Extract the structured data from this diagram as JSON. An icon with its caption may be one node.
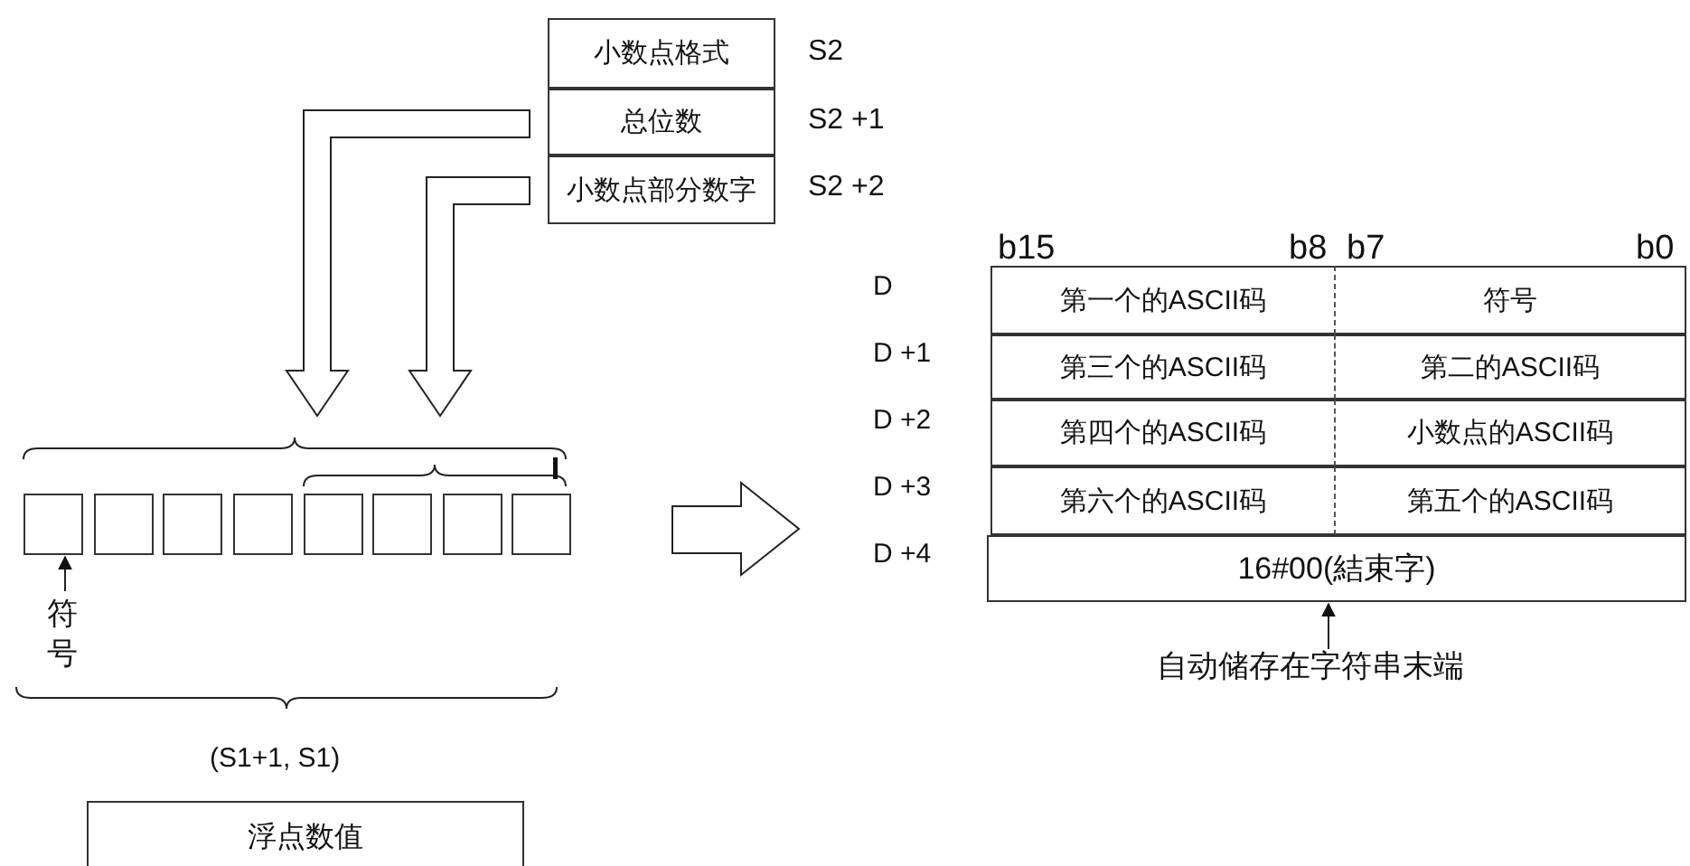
{
  "diagram": {
    "nodes": [
      {
        "text": [
          "小数点格式"
        ],
        "beside": [
          "S2"
        ]
      },
      {
        "text": [
          "总位数"
        ],
        "beside": [
          "S2 +1"
        ]
      },
      {
        "text": [
          "小数点部分数字"
        ],
        "beside": [
          "S2 +2"
        ]
      },
      {
        "text": [],
        "shape": "box"
      },
      {
        "text": [],
        "shape": "box"
      },
      {
        "text": [],
        "shape": "box"
      },
      {
        "text": [],
        "shape": "box"
      },
      {
        "text": [],
        "shape": "box"
      },
      {
        "text": [],
        "shape": "box"
      },
      {
        "text": [],
        "shape": "box"
      },
      {
        "text": [],
        "shape": "box"
      },
      {
        "text": [
          "符号"
        ]
      },
      {
        "text": [
          "浮点数值"
        ],
        "beside": [
          "(S1+1, S1)"
        ]
      },
      {
        "text": [
          "第一个的ASCII码"
        ]
      },
      {
        "text": [
          "符号"
        ]
      },
      {
        "text": [
          "第三个的ASCII码"
        ]
      },
      {
        "text": [
          "第二的ASCII码"
        ]
      },
      {
        "text": [
          "第四个的ASCII码"
        ]
      },
      {
        "text": [
          "小数点的ASCII码"
        ]
      },
      {
        "text": [
          "第六个的ASCII码"
        ]
      },
      {
        "text": [
          "第五个的ASCII码"
        ]
      },
      {
        "text": [
          "16#00(結束字)"
        ]
      },
      {
        "text": [
          "自动储存在字符串末端"
        ]
      }
    ],
    "edges": [
      {
        "from": 1,
        "to": null,
        "arrow": "to"
      },
      {
        "from": 2,
        "to": null,
        "arrow": "to"
      },
      {
        "from": 11,
        "to": 3,
        "arrow": "to"
      },
      {
        "from": 22,
        "to": 21,
        "arrow": "to"
      }
    ],
    "labels": [
      "b15",
      "b8",
      "b7",
      "b0",
      "D",
      "D +1",
      "D +2",
      "D +3",
      "D +4"
    ]
  }
}
